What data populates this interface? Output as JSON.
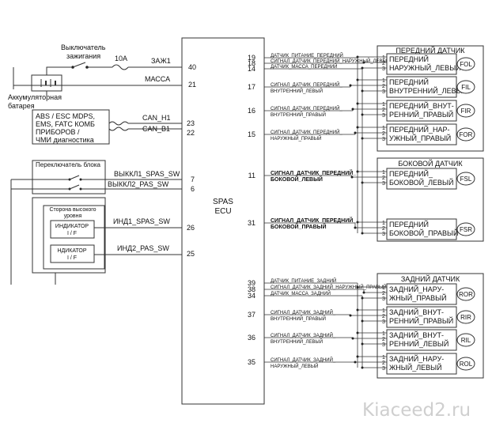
{
  "ignition_switch": [
    "Выключатель",
    "зажигания"
  ],
  "fuse": "10A",
  "battery": [
    "Аккумуляторная",
    "батарея"
  ],
  "ecu": [
    "SPAS",
    "ECU"
  ],
  "power_pins": [
    {
      "label": "ЗАЖ1",
      "pin": "40"
    },
    {
      "label": "МАССА",
      "pin": "21"
    }
  ],
  "can_box": [
    "ABS / ESC MDPS,",
    "EMS, FATC КОМБ",
    "ПРИБОРОВ /",
    "ЧМИ диагностика"
  ],
  "can_pins": [
    {
      "label": "CAN_H1",
      "pin": "23"
    },
    {
      "label": "CAN_B1",
      "pin": "22"
    }
  ],
  "block_switch": {
    "title": "Переключатель блока",
    "pins": [
      {
        "label": "ВЫККЛ1_SPAS_SW",
        "pin": "7"
      },
      {
        "label": "ВЫККЛ2_PAS_SW",
        "pin": "6"
      }
    ]
  },
  "indicator_side": {
    "title": [
      "Сторона высокого",
      "уровня"
    ],
    "ind1": [
      "ИНДИКАТОР",
      "I / F"
    ],
    "ind2": [
      "НДИКАТОР",
      "I / F"
    ],
    "pins": [
      {
        "label": "ИНД1_SPAS_SW",
        "pin": "26"
      },
      {
        "label": "ИНД2_PAS_SW",
        "pin": "25"
      }
    ]
  },
  "front_group": {
    "title": "ПЕРЕДНИЙ ДАТЧИК",
    "pins": [
      {
        "pin": "19",
        "label": [
          "ДАТЧИК_ПИТАНИЕ_ПЕРЕДНИЙ"
        ]
      },
      {
        "pin": "18",
        "label": [
          "СИГНАЛ_ДАТЧИК_ПЕРЕДНИЙ_НАРУЖНЫЙ_ЛЕВЫЙ"
        ]
      },
      {
        "pin": "14",
        "label": [
          "ДАТЧИК_МАССА_ПЕРЕДНИЙ"
        ]
      },
      {
        "pin": "17",
        "label": [
          "СИГНАЛ_ДАТЧИК_ПЕРЕДНИЙ_",
          "ВНУТРЕННИЙ_ЛЕВЫЙ"
        ]
      },
      {
        "pin": "16",
        "label": [
          "СИГНАЛ_ДАТЧИК_ПЕРЕДНИЙ_",
          "ВНУТРЕННИЙ_ПРАВЫЙ"
        ]
      },
      {
        "pin": "15",
        "label": [
          "СИГНАЛ_ДАТЧИК_ПЕРЕДНИЙ_",
          "НАРУЖНЫЙ_ПРАВЫЙ"
        ]
      }
    ],
    "sensors": [
      {
        "name": [
          "ПЕРЕДНИЙ",
          "НАРУЖНЫЙ_ЛЕВЫЙ"
        ],
        "code": "FOL"
      },
      {
        "name": [
          "ПЕРЕДНИЙ",
          "ВНУТРЕННИЙ_ЛЕВЫЙ"
        ],
        "code": "FIL"
      },
      {
        "name": [
          "ПЕРЕДНИЙ_ВНУТ-",
          "РЕННИЙ_ПРАВЫЙ"
        ],
        "code": "FIR"
      },
      {
        "name": [
          "ПЕРЕДНИЙ_НАР-",
          "УЖНЫЙ_ПРАВЫЙ"
        ],
        "code": "FOR"
      }
    ]
  },
  "side_group": {
    "title": "БОКОВОЙ ДАТЧИК",
    "pins": [
      {
        "pin": "11",
        "label": [
          "СИГНАЛ_ДАТЧИК_ПЕРЕДНИЙ_",
          "БОКОВОЙ_ЛЕВЫЙ"
        ]
      },
      {
        "pin": "31",
        "label": [
          "СИГНАЛ_ДАТЧИК_ПЕРЕДНИЙ_",
          "БОКОВОЙ_ПРАВЫЙ"
        ]
      }
    ],
    "sensors": [
      {
        "name": [
          "ПЕРЕДНИЙ_",
          "БОКОВОЙ_ЛЕВЫЙ"
        ],
        "code": "FSL"
      },
      {
        "name": [
          "ПЕРЕДНИЙ",
          "БОКОВОЙ_ПРАВЫЙ"
        ],
        "code": "FSR"
      }
    ]
  },
  "rear_group": {
    "title": "ЗАДНИЙ ДАТЧИК",
    "pins": [
      {
        "pin": "39",
        "label": [
          "ДАТЧИК_ПИТАНИЕ_ЗАДНИЙ"
        ]
      },
      {
        "pin": "38",
        "label": [
          "СИГНАЛ_ДАТЧИК_ЗАДНИЙ_НАРУЖНЫЙ_ПРАВЫЙ"
        ]
      },
      {
        "pin": "34",
        "label": [
          "ДАТЧИК_МАССА_ЗАДНИЙ"
        ]
      },
      {
        "pin": "37",
        "label": [
          "СИГНАЛ_ДАТЧИК_ЗАДНИЙ_",
          "ВНУТРЕННИЙ_ПРАВЫЙ"
        ]
      },
      {
        "pin": "36",
        "label": [
          "СИГНАЛ_ДАТЧИК_ЗАДНИЙ_",
          "ВНУТРЕННИЙ_ЛЕВЫЙ"
        ]
      },
      {
        "pin": "35",
        "label": [
          "СИГНАЛ_ДАТЧИК_ЗАДНИЙ_",
          "НАРУЖНЫЙ_ЛЕВЫЙ"
        ]
      }
    ],
    "sensors": [
      {
        "name": [
          "ЗАДНИЙ_НАРУ-",
          "ЖНЫЙ_ПРАВЫЙ"
        ],
        "code": "ROR"
      },
      {
        "name": [
          "ЗАДНИЙ_ВНУТ-",
          "РЕННИЙ_ПРАВЫЙ"
        ],
        "code": "RIR"
      },
      {
        "name": [
          "ЗАДНИЙ_ВНУТ-",
          "РЕННИЙ_ЛЕВЫЙ"
        ],
        "code": "RIL"
      },
      {
        "name": [
          "ЗАДНИЙ_НАРУ-",
          "ЖНЫЙ_ЛЕВЫЙ"
        ],
        "code": "ROL"
      }
    ]
  },
  "connector_pins": [
    "1",
    "2",
    "3"
  ],
  "watermark": "Kiaceed2.ru"
}
